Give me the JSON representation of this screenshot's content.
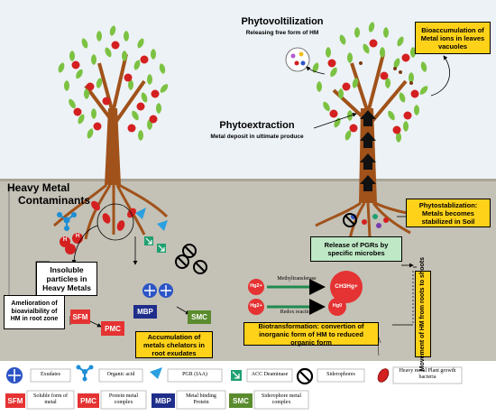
{
  "title_left": [
    "Heavy Metal",
    "Contaminants"
  ],
  "phytovolatilization": {
    "title": "Phytovoltilization",
    "subtitle": "Releasing free form of HM"
  },
  "phytoextraction": {
    "title": "Phytoextraction",
    "subtitle": "Metal deposit in ultimate produce"
  },
  "bioaccumulation": "Bioaccumulation of Metal ions in leaves vacuoles",
  "phytostabilization": "Phytostablization: Metals becomes stabilized in Soil",
  "release_pgrs": "Release of PGRs by specific microbes",
  "insoluble": "Insoluble particles in Heavy Metals",
  "amelioration": "Amelioration of bioavialbility of HM in root zone",
  "accumulation": "Accumulation of metals chelators in root exudates",
  "biotransformation": "Biotransformation: convertion of inorganic form of HM to reduced organic form",
  "movement": "Movement of HM from roots to shoots",
  "reactions": {
    "methyl": "Methyltransferase",
    "redox": "Redox reaction",
    "hg2": "Hg2+",
    "hg0": "Hg0",
    "ch3hg": "CH3Hg+",
    "hg_red": "Hg"
  },
  "particle_label": "H",
  "codes": {
    "sfm": "SFM",
    "pmc": "PMC",
    "mbp": "MBP",
    "smc": "SMC"
  },
  "legend": {
    "exudates": "Exudates",
    "organic_acid": "Organic acid",
    "pgr": "PGR (IAA)",
    "acc": "ACC Deaminase",
    "siderophores": "Siderophores",
    "bacteria": "Heavy metal Plant growth bacteria",
    "sfm_desc": "Soluble form of metal",
    "pmc_desc": "Protein metal complex",
    "mbp_desc": "Metal binding Protein",
    "smc_desc": "Siderophore metal complex"
  },
  "colors": {
    "sky": "#edf2f6",
    "soil": "#c4c1b6",
    "trunk": "#a0521a",
    "leaf": "#7cc242",
    "apple": "#d42020",
    "yellow": "#ffd21a",
    "green_box": "#bfe9c6",
    "sfm": "#e53232",
    "pmc": "#e53232",
    "mbp": "#1f2e8a",
    "smc": "#5a8c2e",
    "exudate": "#2b54c6",
    "organic": "#1d8ed6",
    "pgr": "#2aa0e0",
    "acc": "#20a070"
  },
  "icons": [
    "exudates-icon",
    "organic-acid-icon",
    "pgr-icon",
    "acc-deaminase-icon",
    "siderophore-icon",
    "bacteria-icon"
  ]
}
